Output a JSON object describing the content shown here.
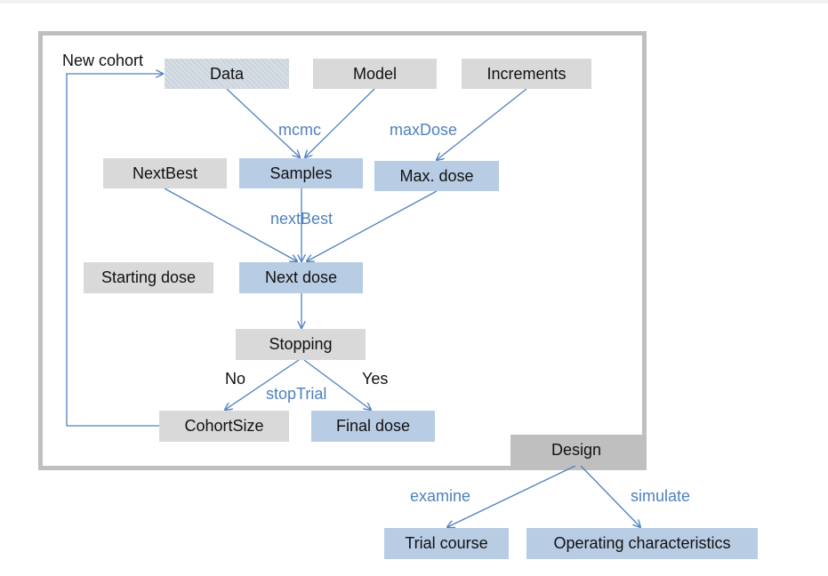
{
  "boxes": {
    "data": "Data",
    "model": "Model",
    "increments": "Increments",
    "nextbest": "NextBest",
    "samples": "Samples",
    "max_dose": "Max. dose",
    "starting_dose": "Starting dose",
    "next_dose": "Next dose",
    "stopping": "Stopping",
    "cohortsize": "CohortSize",
    "final_dose": "Final dose",
    "design": "Design",
    "trial_course": "Trial course",
    "operating_characteristics": "Operating characteristics"
  },
  "functions": {
    "mcmc": "mcmc",
    "maxdose": "maxDose",
    "nextbest": "nextBest",
    "stoptrial": "stopTrial",
    "examine": "examine",
    "simulate": "simulate"
  },
  "labels": {
    "new_cohort": "New cohort",
    "no": "No",
    "yes": "Yes"
  },
  "colors": {
    "arrow": "#4f81bd",
    "function_text": "#4f81bd",
    "gray_box": "#d9d9d9",
    "blue_box": "#b8cce4",
    "frame": "#bfbfbf"
  }
}
